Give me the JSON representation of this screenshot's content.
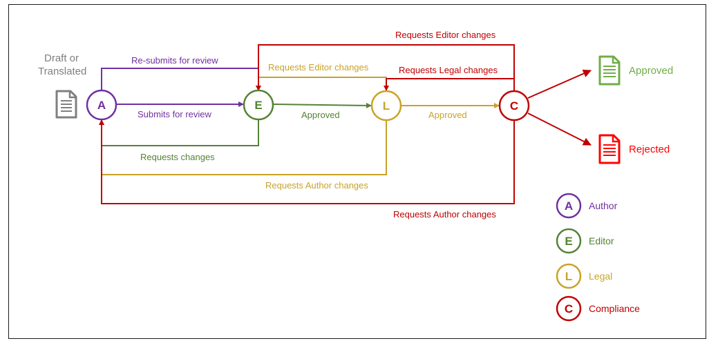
{
  "colors": {
    "author": "#7030a0",
    "editor": "#548235",
    "legal": "#c9a227",
    "compliance": "#c00000",
    "approved": "#70ad47",
    "rejected": "#ff0000",
    "source": "#7f7f7f"
  },
  "source": {
    "line1": "Draft or",
    "line2": "Translated",
    "icon": "document-icon"
  },
  "nodes": {
    "author": "A",
    "editor": "E",
    "legal": "L",
    "compliance": "C"
  },
  "edges": {
    "resubmits": "Re-submits for review",
    "submits": "Submits for review",
    "editor_approved": "Approved",
    "legal_approved": "Approved",
    "editor_requests_changes": "Requests changes",
    "legal_requests_editor": "Requests Editor changes",
    "compliance_requests_editor": "Requests Editor changes",
    "compliance_requests_legal": "Requests Legal changes",
    "legal_requests_author": "Requests Author changes",
    "compliance_requests_author": "Requests Author changes"
  },
  "outcomes": {
    "approved": "Approved",
    "rejected": "Rejected"
  },
  "legend": [
    {
      "letter": "A",
      "label": "Author"
    },
    {
      "letter": "E",
      "label": "Editor"
    },
    {
      "letter": "L",
      "label": "Legal"
    },
    {
      "letter": "C",
      "label": "Compliance"
    }
  ]
}
